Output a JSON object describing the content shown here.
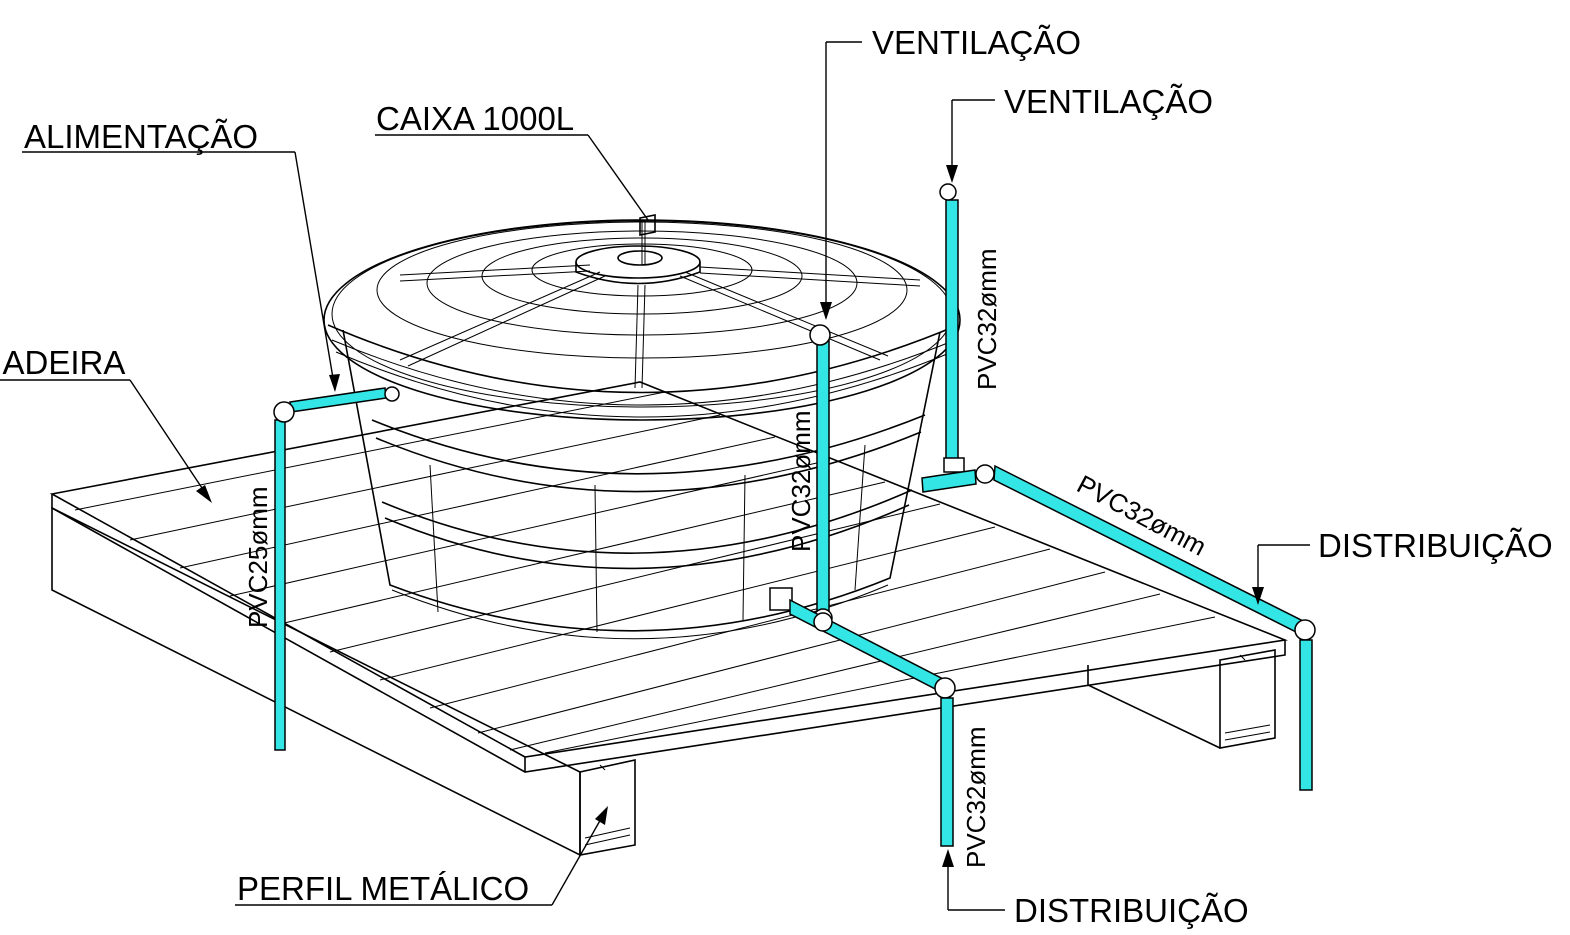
{
  "labels": {
    "caixa": "CAIXA 1000L",
    "alimentacao": "ALIMENTAÇÃO",
    "madeira": "MADEIRA",
    "ventilacao_top": "VENTILAÇÃO",
    "ventilacao_right": "VENTILAÇÃO",
    "distribuicao_right": "DISTRIBUIÇÃO",
    "distribuicao_bottom": "DISTRIBUIÇÃO",
    "perfil": "PERFIL METÁLICO"
  },
  "pipe_labels": {
    "feed": "PVC25ømm",
    "vent_center": "PVC32ømm",
    "vent_right": "PVC32ømm",
    "main_diag": "PVC32ømm",
    "drop_bottom": "PVC32ømm"
  },
  "colors": {
    "pipe": "#33e5e5",
    "line": "#000000",
    "background": "#ffffff"
  }
}
